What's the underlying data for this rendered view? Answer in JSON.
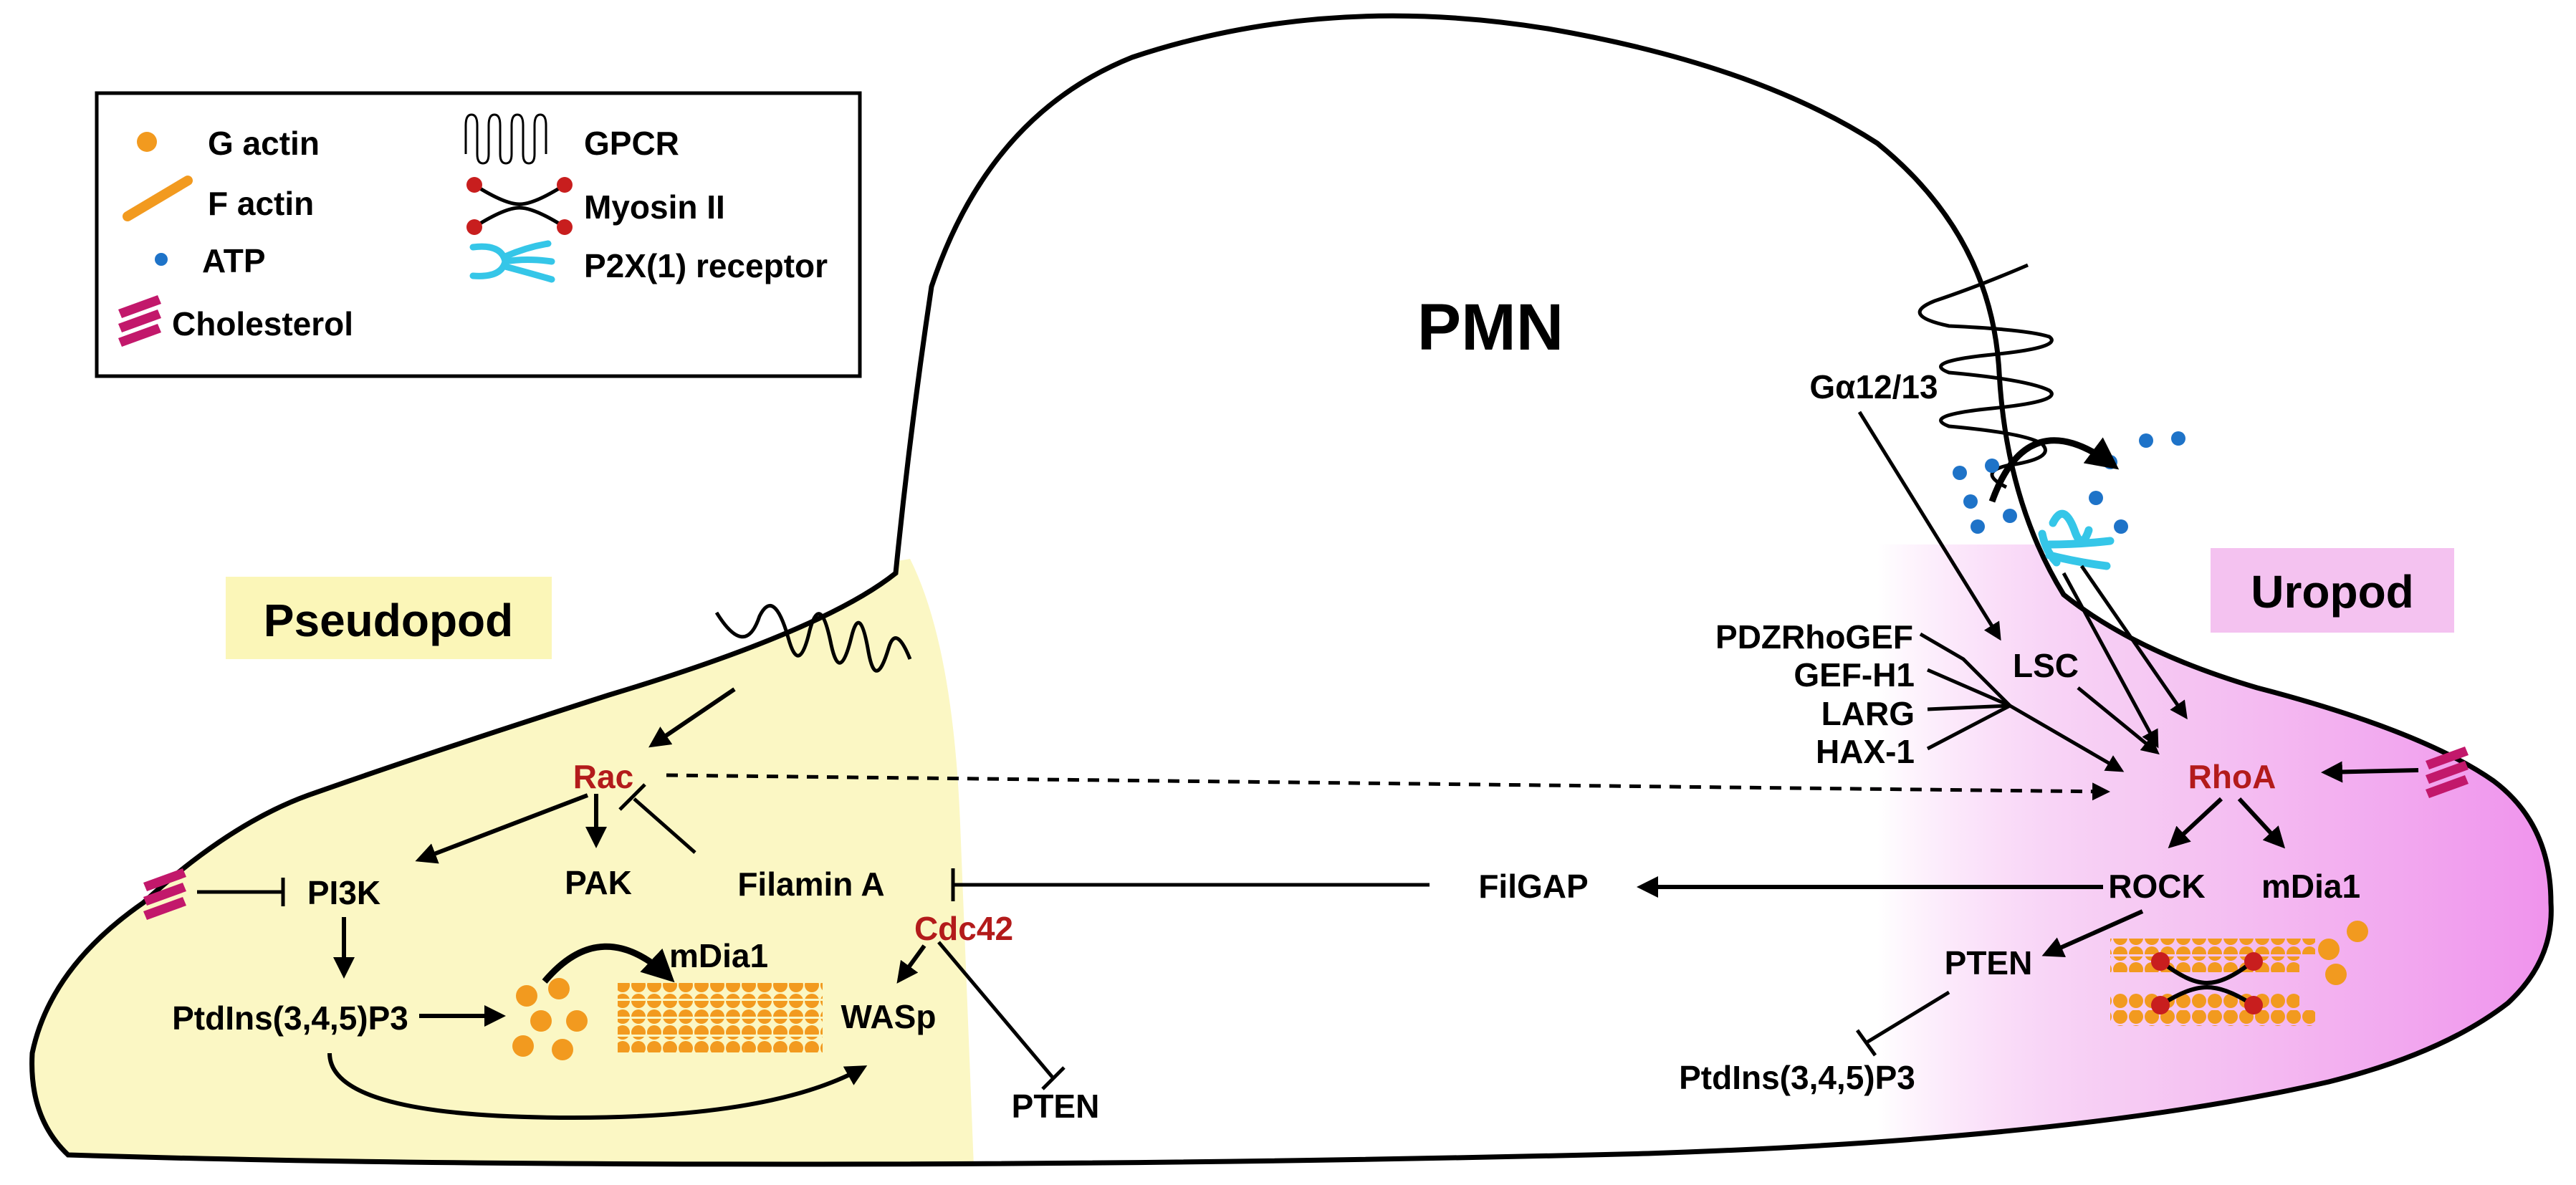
{
  "title": "PMN",
  "regions": {
    "pseudopod": "Pseudopod",
    "uropod": "Uropod"
  },
  "legend": {
    "items": [
      {
        "label": "G actin",
        "icon": "g-actin-icon"
      },
      {
        "label": "F actin",
        "icon": "f-actin-icon"
      },
      {
        "label": "ATP",
        "icon": "atp-icon"
      },
      {
        "label": "Cholesterol",
        "icon": "cholesterol-icon"
      },
      {
        "label": "GPCR",
        "icon": "gpcr-icon"
      },
      {
        "label": "Myosin II",
        "icon": "myosin-icon"
      },
      {
        "label": "P2X(1) receptor",
        "icon": "p2x1-receptor-icon"
      }
    ]
  },
  "nodes": {
    "rac": "Rac",
    "pi3k": "PI3K",
    "pak": "PAK",
    "filamin_a": "Filamin A",
    "cdc42": "Cdc42",
    "mdia1_left": "mDia1",
    "ptdins_left": "PtdIns(3,4,5)P3",
    "wasp": "WASp",
    "pten_bottom": "PTEN",
    "filgap": "FilGAP",
    "galpha": "Gα12/13",
    "pdzrhogef": "PDZRhoGEF",
    "gef_h1": "GEF-H1",
    "larg": "LARG",
    "hax1": "HAX-1",
    "lsc": "LSC",
    "rhoa": "RhoA",
    "rock": "ROCK",
    "mdia1_right": "mDia1",
    "pten_right": "PTEN",
    "ptdins_right": "PtdIns(3,4,5)P3"
  },
  "colors": {
    "pseudopod_fill": "#fbf7c4",
    "pseudopod_label_bg": "#fbf6b8",
    "uropod_fill": "#f2a4ef",
    "uropod_label_bg": "#f4c2f0",
    "actin": "#f29a1f",
    "atp": "#1e73c8",
    "cholesterol": "#c2186b",
    "myosin": "#c81e1e",
    "p2x1": "#35c6e8",
    "rho_gtpase_text": "#b31b1b",
    "outline": "#000000"
  }
}
